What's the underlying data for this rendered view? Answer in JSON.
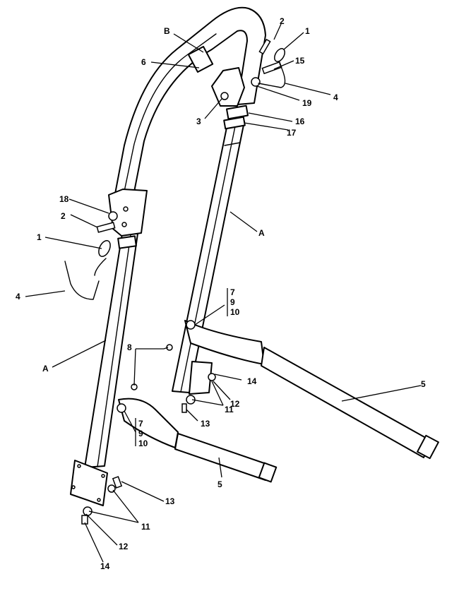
{
  "figure": {
    "callouts": {
      "c_2_top": "2",
      "c_1_top": "1",
      "c_B": "B",
      "c_6": "6",
      "c_15": "15",
      "c_4_top": "4",
      "c_19": "19",
      "c_3": "3",
      "c_16": "16",
      "c_17": "17",
      "c_18": "18",
      "c_2_left": "2",
      "c_1_left": "1",
      "c_4_left": "4",
      "c_A_right": "A",
      "c_7_right": "7",
      "c_9_right": "9",
      "c_10_right": "10",
      "c_8": "8",
      "c_A_left": "A",
      "c_14_right": "14",
      "c_12_right": "12",
      "c_11_right": "11",
      "c_13_right": "13",
      "c_5_right": "5",
      "c_7_left": "7",
      "c_9_left": "9",
      "c_10_left": "10",
      "c_5_left": "5",
      "c_13_left": "13",
      "c_11_left": "11",
      "c_12_left": "12",
      "c_14_left": "14"
    }
  }
}
